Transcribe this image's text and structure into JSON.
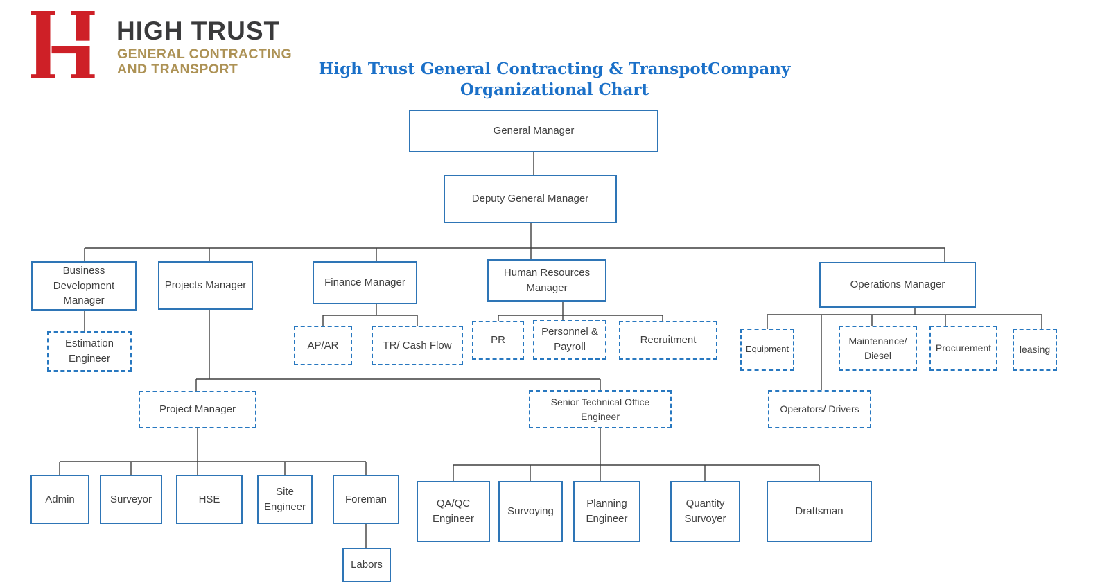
{
  "logo": {
    "monogram": "HG-monogram",
    "name": "HIGH TRUST",
    "tagline_line1": "GENERAL CONTRACTING",
    "tagline_line2": "AND TRANSPORT"
  },
  "title": {
    "line1": "High Trust General Contracting & TranspotCompany",
    "line2": "Organizational Chart"
  },
  "colors": {
    "solid_box_border": "#2e75b6",
    "dashed_box_border": "#2878c0",
    "connector_line": "#3f3f3f",
    "title_text": "#1b70c8",
    "logo_red": "#ce2027",
    "logo_gold": "#ad9255",
    "logo_dark": "#3a3a3b",
    "node_text": "#404040"
  },
  "org": {
    "nodes": [
      {
        "id": "general-manager",
        "label": "General Manager",
        "reports_to": null,
        "border": "solid"
      },
      {
        "id": "deputy-general-manager",
        "label": "Deputy General Manager",
        "reports_to": "general-manager",
        "border": "solid"
      },
      {
        "id": "business-development-manager",
        "label": "Business Development Manager",
        "reports_to": "deputy-general-manager",
        "border": "solid"
      },
      {
        "id": "projects-manager",
        "label": "Projects Manager",
        "reports_to": "deputy-general-manager",
        "border": "solid"
      },
      {
        "id": "finance-manager",
        "label": "Finance Manager",
        "reports_to": "deputy-general-manager",
        "border": "solid"
      },
      {
        "id": "human-resources-manager",
        "label": "Human Resources Manager",
        "reports_to": "deputy-general-manager",
        "border": "solid"
      },
      {
        "id": "operations-manager",
        "label": "Operations Manager",
        "reports_to": "deputy-general-manager",
        "border": "solid"
      },
      {
        "id": "estimation-engineer",
        "label": "Estimation Engineer",
        "reports_to": "business-development-manager",
        "border": "dashed"
      },
      {
        "id": "ap-ar",
        "label": "AP/AR",
        "reports_to": "finance-manager",
        "border": "dashed"
      },
      {
        "id": "tr-cash-flow",
        "label": "TR/ Cash Flow",
        "reports_to": "finance-manager",
        "border": "dashed"
      },
      {
        "id": "pr",
        "label": "PR",
        "reports_to": "human-resources-manager",
        "border": "dashed"
      },
      {
        "id": "personnel-payroll",
        "label": "Personnel & Payroll",
        "reports_to": "human-resources-manager",
        "border": "dashed"
      },
      {
        "id": "recruitment",
        "label": "Recruitment",
        "reports_to": "human-resources-manager",
        "border": "dashed"
      },
      {
        "id": "equipment",
        "label": "Equipment",
        "reports_to": "operations-manager",
        "border": "dashed"
      },
      {
        "id": "maintenance-diesel",
        "label": "Maintenance/ Diesel",
        "reports_to": "operations-manager",
        "border": "dashed"
      },
      {
        "id": "procurement",
        "label": "Procurement",
        "reports_to": "operations-manager",
        "border": "dashed"
      },
      {
        "id": "leasing",
        "label": "leasing",
        "reports_to": "operations-manager",
        "border": "dashed"
      },
      {
        "id": "operators-drivers",
        "label": "Operators/ Drivers",
        "reports_to": "operations-manager",
        "border": "dashed"
      },
      {
        "id": "project-manager",
        "label": "Project Manager",
        "reports_to": "projects-manager",
        "border": "dashed"
      },
      {
        "id": "senior-technical-office-engineer",
        "label": "Senior Technical Office Engineer",
        "reports_to": "projects-manager",
        "border": "dashed"
      },
      {
        "id": "admin",
        "label": "Admin",
        "reports_to": "project-manager",
        "border": "solid"
      },
      {
        "id": "surveyor",
        "label": "Surveyor",
        "reports_to": "project-manager",
        "border": "solid"
      },
      {
        "id": "hse",
        "label": "HSE",
        "reports_to": "project-manager",
        "border": "solid"
      },
      {
        "id": "site-engineer",
        "label": "Site Engineer",
        "reports_to": "project-manager",
        "border": "solid"
      },
      {
        "id": "foreman",
        "label": "Foreman",
        "reports_to": "project-manager",
        "border": "solid"
      },
      {
        "id": "labors",
        "label": "Labors",
        "reports_to": "foreman",
        "border": "solid"
      },
      {
        "id": "qa-qc-engineer",
        "label": "QA/QC Engineer",
        "reports_to": "senior-technical-office-engineer",
        "border": "solid"
      },
      {
        "id": "survoying",
        "label": "Survoying",
        "reports_to": "senior-technical-office-engineer",
        "border": "solid"
      },
      {
        "id": "planning-engineer",
        "label": "Planning Engineer",
        "reports_to": "senior-technical-office-engineer",
        "border": "solid"
      },
      {
        "id": "quantity-survoyer",
        "label": "Quantity Survoyer",
        "reports_to": "senior-technical-office-engineer",
        "border": "solid"
      },
      {
        "id": "draftsman",
        "label": "Draftsman",
        "reports_to": "senior-technical-office-engineer",
        "border": "solid"
      }
    ]
  }
}
